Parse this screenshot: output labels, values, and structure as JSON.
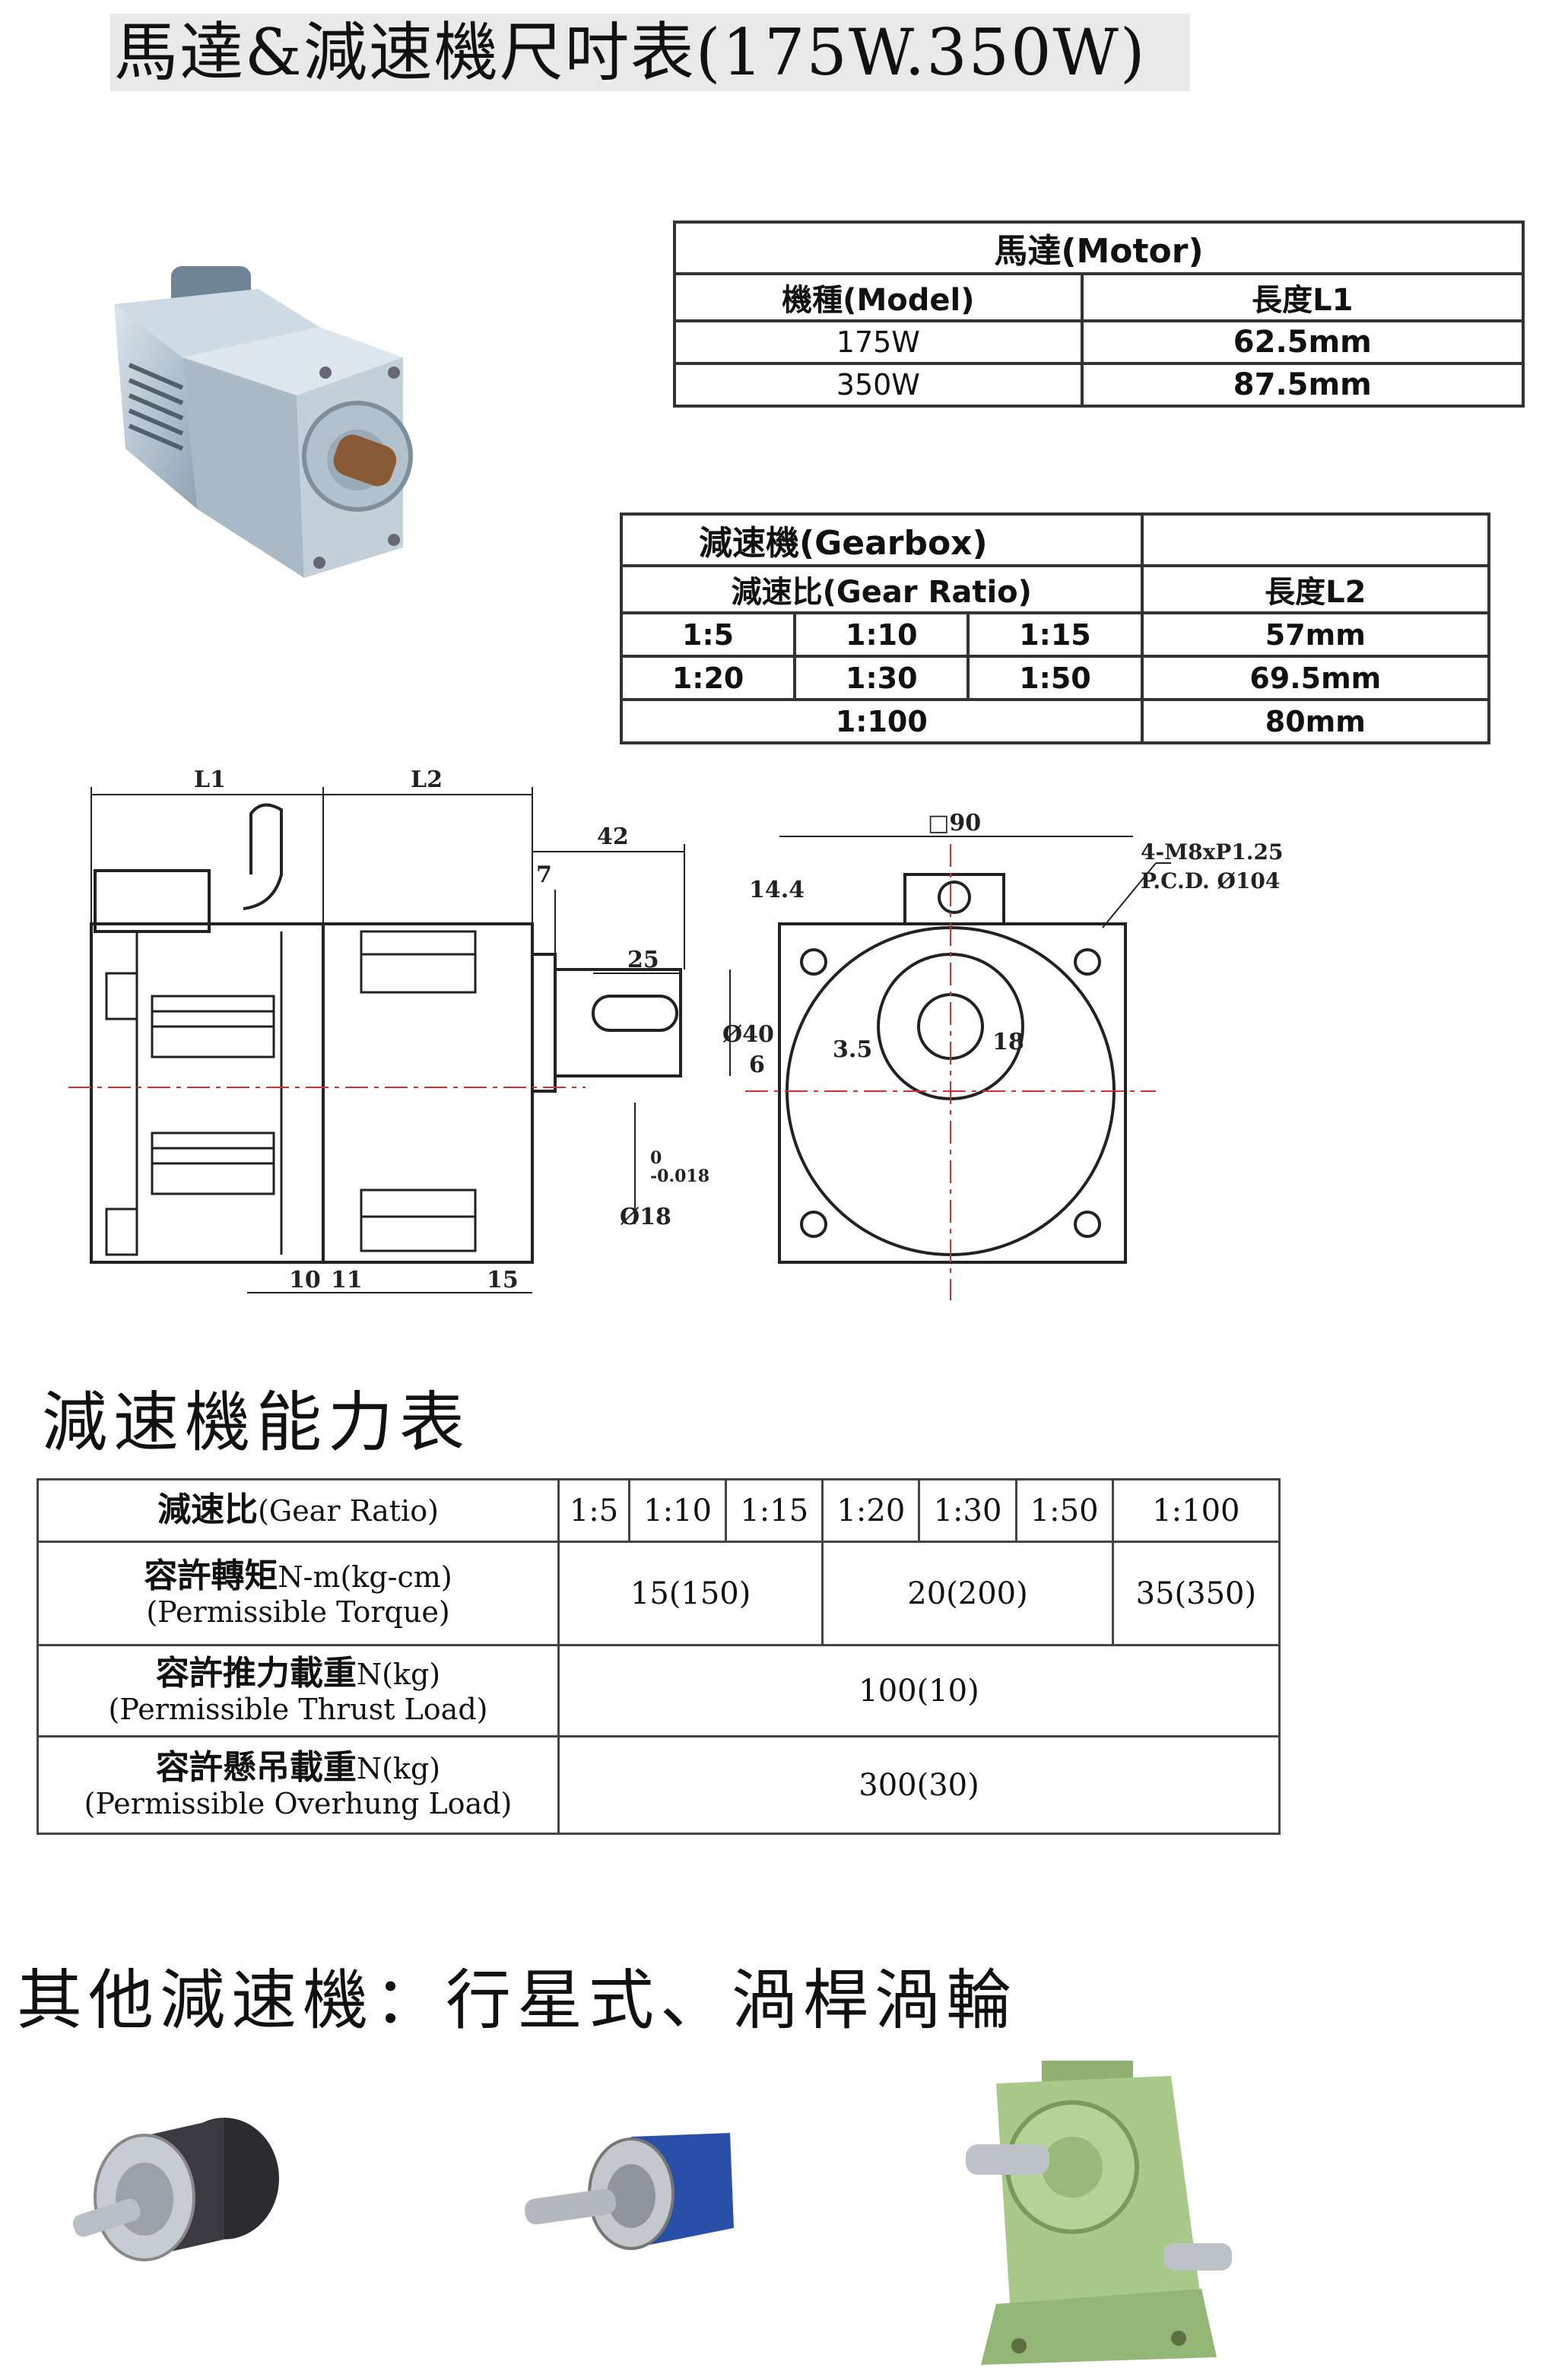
{
  "page_title": "馬達&減速機尺吋表(175W.350W)",
  "motor_table": {
    "caption": "馬達(Motor)",
    "col_model": "機種(Model)",
    "col_length": "長度L1",
    "rows": [
      {
        "model": "175W",
        "length": "62.5mm"
      },
      {
        "model": "350W",
        "length": "87.5mm"
      }
    ]
  },
  "gearbox_table": {
    "caption": "減速機(Gearbox)",
    "col_ratio": "減速比(Gear  Ratio)",
    "col_length": "長度L2",
    "row1": {
      "r1": "1:5",
      "r2": "1:10",
      "r3": "1:15",
      "length": "57mm"
    },
    "row2": {
      "r1": "1:20",
      "r2": "1:30",
      "r3": "1:50",
      "length": "69.5mm"
    },
    "row3": {
      "r1": "1:100",
      "length": "80mm"
    }
  },
  "drawing": {
    "L1": "L1",
    "L2": "L2",
    "d42": "42",
    "d7": "7",
    "d25": "25",
    "d40": "Ø40",
    "d18": "Ø18",
    "tol": "0\n-0.018",
    "d10": "10",
    "d11": "11",
    "d15": "15",
    "sq90": "□90",
    "d144": "14.4",
    "d6": "6",
    "d35": "3.5",
    "d18b": "18",
    "bolt1": "4-M8xP1.25",
    "bolt2": "P.C.D. Ø104"
  },
  "capability_heading": "減速機能力表",
  "capability_table": {
    "ratio_zh": "減速比",
    "ratio_en": "(Gear Ratio)",
    "ratios": [
      "1:5",
      "1:10",
      "1:15",
      "1:20",
      "1:30",
      "1:50",
      "1:100"
    ],
    "torque_zh": "容許轉矩",
    "torque_unit": "N-m(kg-cm)",
    "torque_en": "(Permissible Torque)",
    "torque_vals": [
      "15(150)",
      "20(200)",
      "35(350)"
    ],
    "thrust_zh": "容許推力載重",
    "thrust_unit": "N(kg)",
    "thrust_en": "(Permissible Thrust Load)",
    "thrust_val": "100(10)",
    "overhung_zh": "容許懸吊載重",
    "overhung_unit": "N(kg)",
    "overhung_en": "(Permissible Overhung Load)",
    "overhung_val": "300(30)"
  },
  "other_heading": "其他減速機：行星式、渦桿渦輪",
  "colors": {
    "title_bg": "#e9e9e9",
    "motor_body": "#b9c7d3",
    "planetary_blue": "#2a4fa8",
    "worm_green": "#a9c98a",
    "centerline": "#d03030"
  }
}
